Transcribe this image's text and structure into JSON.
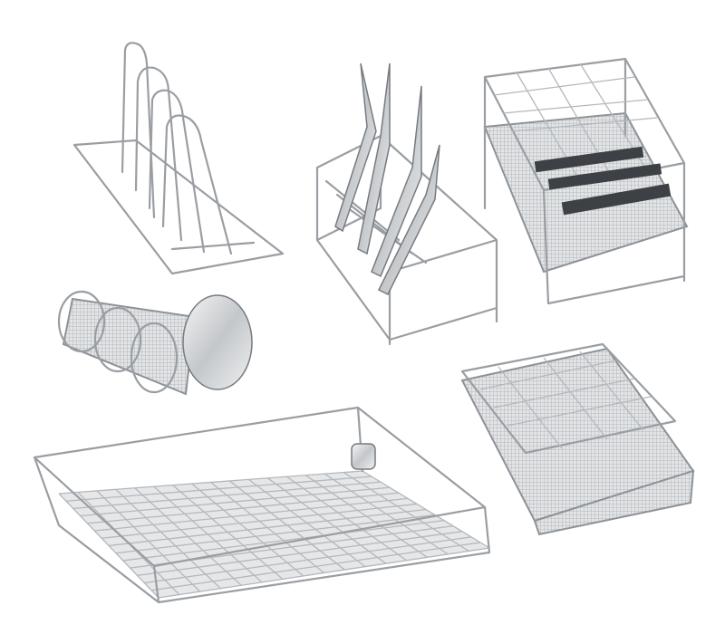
{
  "image": {
    "subject": "wire-baskets-and-racks",
    "objects": [
      "slotted-wire-rack",
      "forceps-holder-rack",
      "brush-basket",
      "cylindrical-mesh-holder",
      "large-wire-basket",
      "mesh-instrument-tray"
    ]
  },
  "colors": {
    "background": "#ffffff",
    "wire": "#9a9ea3",
    "mesh": "#c9ccd0",
    "brush": "#3d4044",
    "base": "#e6e7e8"
  }
}
